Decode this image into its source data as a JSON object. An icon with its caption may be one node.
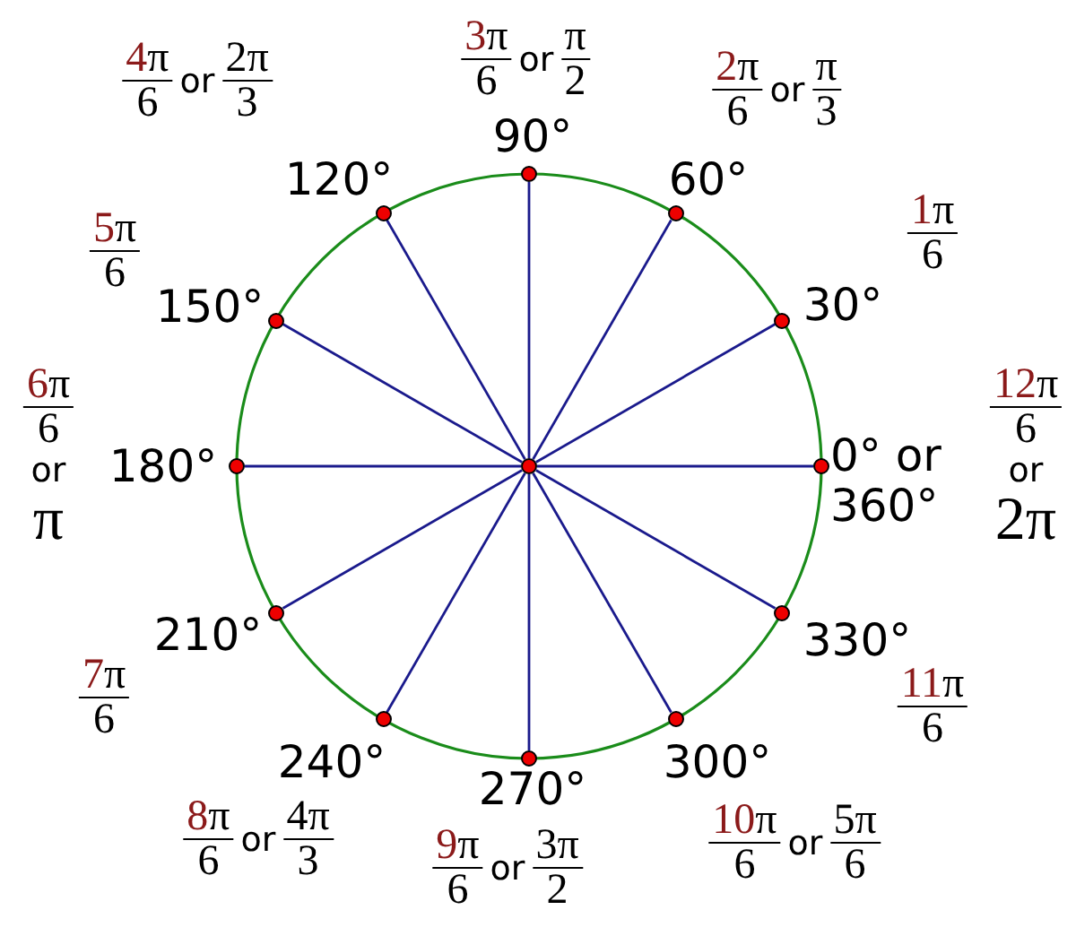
{
  "diagram": {
    "nodes": [
      {
        "text": [],
        "shape": "circle"
      },
      {
        "text": [],
        "shape": "circle",
        "beside": [
          "0° or 360°",
          "12π",
          "6",
          "or",
          "2π"
        ]
      },
      {
        "text": [],
        "shape": "circle",
        "beside": [
          "30°",
          "1π",
          "6"
        ]
      },
      {
        "text": [],
        "shape": "circle",
        "beside": [
          "60°",
          "2π",
          "6",
          "or",
          "π",
          "3"
        ]
      },
      {
        "text": [],
        "shape": "circle",
        "beside": [
          "90°",
          "3π",
          "6",
          "or",
          "π",
          "2"
        ]
      },
      {
        "text": [],
        "shape": "circle",
        "beside": [
          "120°",
          "4π",
          "6",
          "or",
          "2π",
          "3"
        ]
      },
      {
        "text": [],
        "shape": "circle",
        "beside": [
          "150°",
          "5π",
          "6"
        ]
      },
      {
        "text": [],
        "shape": "circle",
        "beside": [
          "180°",
          "6π",
          "6",
          "or",
          "π"
        ]
      },
      {
        "text": [],
        "shape": "circle",
        "beside": [
          "210°",
          "7π",
          "6"
        ]
      },
      {
        "text": [],
        "shape": "circle",
        "beside": [
          "240°",
          "8π",
          "6",
          "or",
          "4π",
          "3"
        ]
      },
      {
        "text": [],
        "shape": "circle",
        "beside": [
          "270°",
          "9π",
          "6",
          "or",
          "3π",
          "2"
        ]
      },
      {
        "text": [],
        "shape": "circle",
        "beside": [
          "300°",
          "10π",
          "6",
          "or",
          "5π",
          "6"
        ]
      },
      {
        "text": [],
        "shape": "circle",
        "beside": [
          "330°",
          "11π",
          "6"
        ]
      }
    ],
    "edges": [
      {
        "from": 0,
        "to": 1,
        "arrow": "none"
      },
      {
        "from": 0,
        "to": 2,
        "arrow": "none"
      },
      {
        "from": 0,
        "to": 3,
        "arrow": "none"
      },
      {
        "from": 0,
        "to": 4,
        "arrow": "none"
      },
      {
        "from": 0,
        "to": 5,
        "arrow": "none"
      },
      {
        "from": 0,
        "to": 6,
        "arrow": "none"
      },
      {
        "from": 0,
        "to": 7,
        "arrow": "none"
      },
      {
        "from": 0,
        "to": 8,
        "arrow": "none"
      },
      {
        "from": 0,
        "to": 9,
        "arrow": "none"
      },
      {
        "from": 0,
        "to": 10,
        "arrow": "none"
      },
      {
        "from": 0,
        "to": 11,
        "arrow": "none"
      },
      {
        "from": 0,
        "to": 12,
        "arrow": "none"
      }
    ]
  }
}
